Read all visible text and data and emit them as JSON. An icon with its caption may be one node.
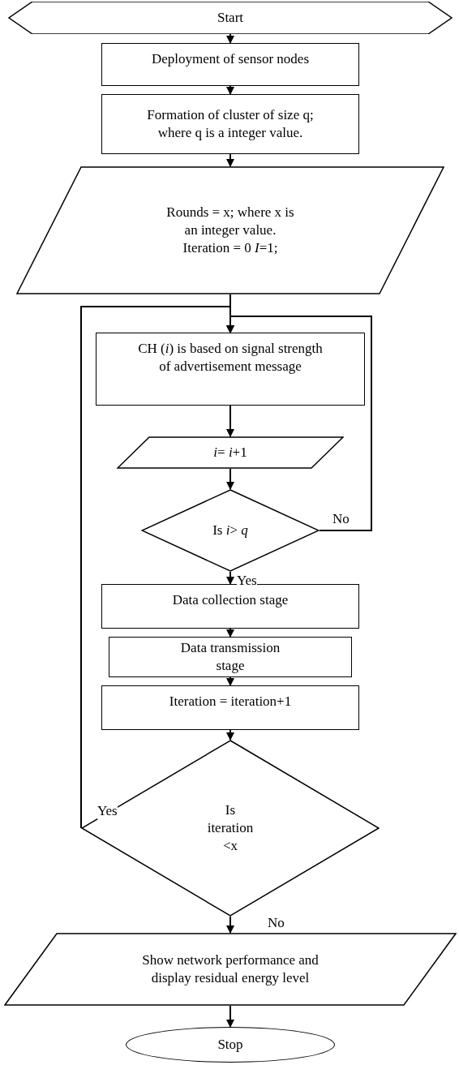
{
  "diagram": {
    "nodes": [
      {
        "text": [
          "Start"
        ]
      },
      {
        "text": [
          "Deployment of sensor nodes"
        ]
      },
      {
        "text": [
          "Formation of cluster of size q; where q is a integer value."
        ]
      },
      {
        "text": [
          "Rounds = x; where x is an integer value. Iteration = 0 *I*=1;"
        ]
      },
      {
        "text": [
          "CH (*i*) is based on signal strength of advertisement message"
        ]
      },
      {
        "text": [
          "*i*= *i*+1"
        ]
      },
      {
        "text": [
          "Is *i*> *q*"
        ]
      },
      {
        "text": [
          "Data collection stage"
        ]
      },
      {
        "text": [
          "Data transmission stage"
        ]
      },
      {
        "text": [
          "Iteration = iteration+1"
        ]
      },
      {
        "text": [
          "Is iteration <x"
        ]
      },
      {
        "text": [
          "Show network performance and display residual energy level"
        ]
      },
      {
        "text": [
          "Stop"
        ]
      }
    ],
    "edges": [
      {
        "from": 0,
        "to": 1,
        "arrow": "to"
      },
      {
        "from": 1,
        "to": 2,
        "arrow": "to"
      },
      {
        "from": 2,
        "to": 3,
        "arrow": "to"
      },
      {
        "from": 3,
        "to": 4,
        "arrow": "to"
      },
      {
        "from": 4,
        "to": 5,
        "arrow": "to"
      },
      {
        "from": 5,
        "to": 6,
        "arrow": "to"
      },
      {
        "from": 6,
        "to": 7,
        "arrow": "to",
        "label": "Yes"
      },
      {
        "from": 6,
        "to": 4,
        "arrow": "to",
        "label": "No"
      },
      {
        "from": 7,
        "to": 8,
        "arrow": "to"
      },
      {
        "from": 8,
        "to": 9,
        "arrow": "to"
      },
      {
        "from": 9,
        "to": 10,
        "arrow": "to"
      },
      {
        "from": 10,
        "to": 4,
        "arrow": "to",
        "label": "Yes"
      },
      {
        "from": 10,
        "to": 11,
        "arrow": "to",
        "label": "No"
      },
      {
        "from": 11,
        "to": 12,
        "arrow": "to"
      }
    ]
  }
}
